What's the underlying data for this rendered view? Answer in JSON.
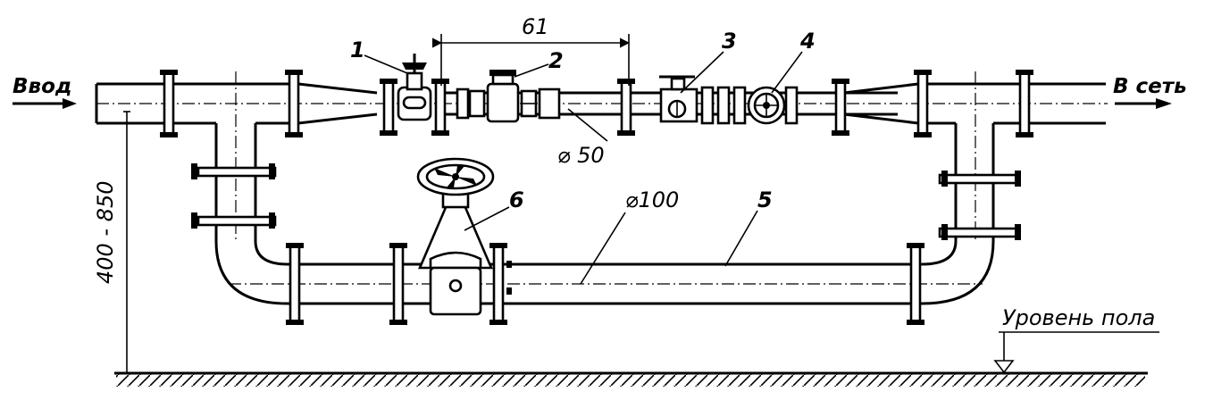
{
  "labels": {
    "inlet": "Ввод",
    "outlet": "В сеть",
    "floor_level": "Уровень пола",
    "height_range": "400 - 850"
  },
  "dimensions": {
    "span": "61",
    "small_pipe_diameter": "⌀ 50",
    "large_pipe_diameter": "⌀100"
  },
  "callouts": {
    "c1": "1",
    "c2": "2",
    "c3": "3",
    "c4": "4",
    "c5": "5",
    "c6": "6"
  },
  "icons": {
    "inlet_arrow": "arrow-right-icon",
    "outlet_arrow": "arrow-right-icon",
    "floor_marker": "level-triangle-icon",
    "valve_wheel": "handwheel-icon"
  }
}
